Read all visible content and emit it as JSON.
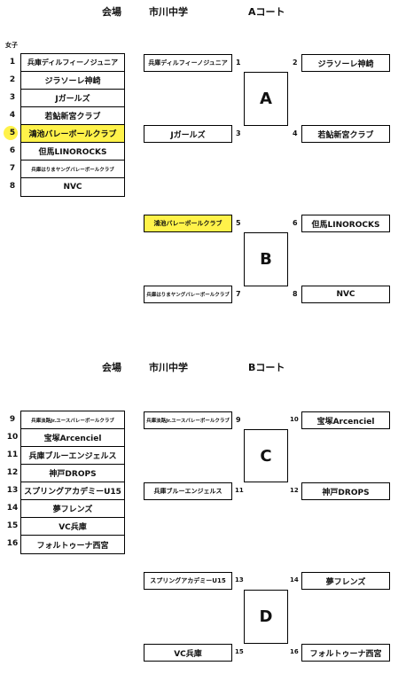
{
  "section_a": {
    "venue_label": "会場",
    "venue": "市川中学",
    "court": "Aコート",
    "division": "女子",
    "list": [
      {
        "no": "1",
        "name": "兵庫ディルフィーノジュニア"
      },
      {
        "no": "2",
        "name": "ジラソーレ神崎"
      },
      {
        "no": "3",
        "name": "Jガールズ"
      },
      {
        "no": "4",
        "name": "若鮎新宮クラブ"
      },
      {
        "no": "5",
        "name": "鴻池バレーボールクラブ"
      },
      {
        "no": "6",
        "name": "但馬LINOROCKS"
      },
      {
        "no": "7",
        "name": "兵庫はりまヤングバレーボールクラブ"
      },
      {
        "no": "8",
        "name": "NVC"
      }
    ],
    "groups": [
      {
        "label": "A",
        "left": [
          {
            "no": "1",
            "name": "兵庫ディルフィーノジュニア"
          },
          {
            "no": "3",
            "name": "Jガールズ"
          }
        ],
        "right": [
          {
            "no": "2",
            "name": "ジラソーレ神崎"
          },
          {
            "no": "4",
            "name": "若鮎新宮クラブ"
          }
        ]
      },
      {
        "label": "B",
        "left": [
          {
            "no": "5",
            "name": "鴻池バレーボールクラブ"
          },
          {
            "no": "7",
            "name": "兵庫はりまヤングバレーボールクラブ"
          }
        ],
        "right": [
          {
            "no": "6",
            "name": "但馬LINOROCKS"
          },
          {
            "no": "8",
            "name": "NVC"
          }
        ]
      }
    ]
  },
  "section_b": {
    "venue_label": "会場",
    "venue": "市川中学",
    "court": "Bコート",
    "list": [
      {
        "no": "9",
        "name": "兵庫淡路Jr.ユースバレーボールクラブ"
      },
      {
        "no": "10",
        "name": "宝塚Arcenciel"
      },
      {
        "no": "11",
        "name": "兵庫ブルーエンジェルス"
      },
      {
        "no": "12",
        "name": "神戸DROPS"
      },
      {
        "no": "13",
        "name": "スプリングアカデミーU15"
      },
      {
        "no": "14",
        "name": "夢フレンズ"
      },
      {
        "no": "15",
        "name": "VC兵庫"
      },
      {
        "no": "16",
        "name": "フォルトゥーナ西宮"
      }
    ],
    "groups": [
      {
        "label": "C",
        "left": [
          {
            "no": "9",
            "name": "兵庫淡路Jr.ユースバレーボールクラブ"
          },
          {
            "no": "11",
            "name": "兵庫ブルーエンジェルス"
          }
        ],
        "right": [
          {
            "no": "10",
            "name": "宝塚Arcenciel"
          },
          {
            "no": "12",
            "name": "神戸DROPS"
          }
        ]
      },
      {
        "label": "D",
        "left": [
          {
            "no": "13",
            "name": "スプリングアカデミーU15"
          },
          {
            "no": "15",
            "name": "VC兵庫"
          }
        ],
        "right": [
          {
            "no": "14",
            "name": "夢フレンズ"
          },
          {
            "no": "16",
            "name": "フォルトゥーナ西宮"
          }
        ]
      }
    ]
  },
  "colors": {
    "highlight": "#fff24a",
    "border": "#000000"
  }
}
